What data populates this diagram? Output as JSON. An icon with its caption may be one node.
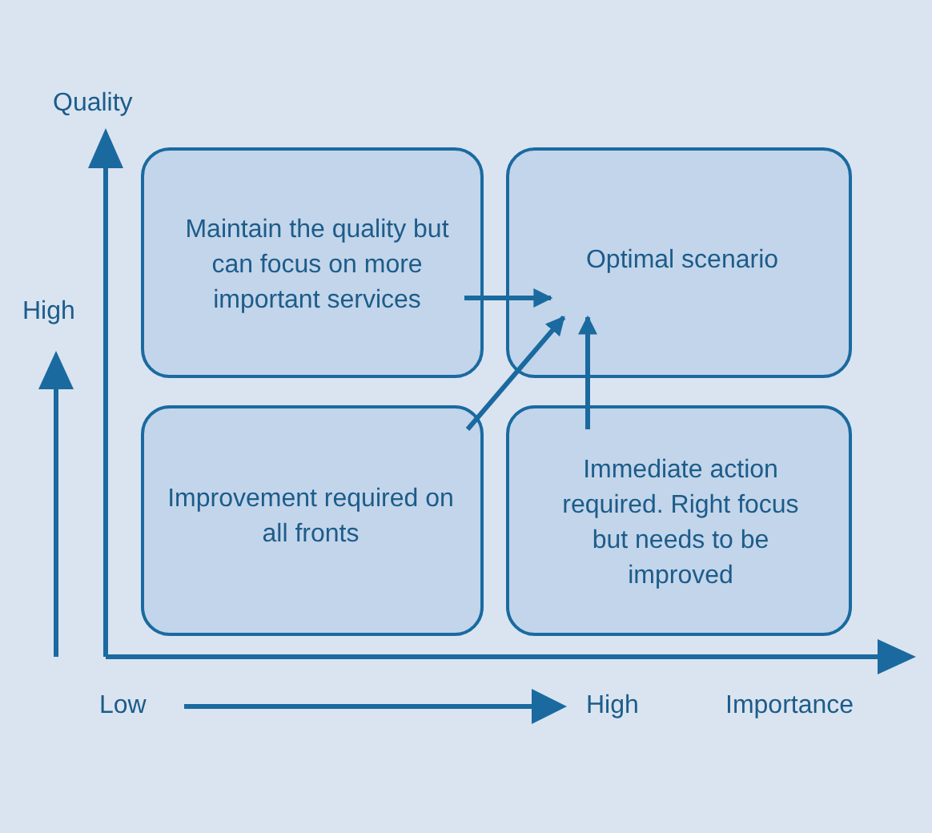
{
  "diagram": {
    "nodes": [
      {
        "text": [
          "Maintain the quality but can focus on more important services"
        ]
      },
      {
        "text": [
          "Optimal scenario"
        ]
      },
      {
        "text": [
          "Improvement required on all fronts"
        ]
      },
      {
        "text": [
          "Immediate action required. Right focus but needs to be improved"
        ]
      }
    ],
    "edges": [
      {
        "from": 0,
        "to": 1,
        "arrow": "to"
      },
      {
        "from": 2,
        "to": 1,
        "arrow": "to"
      },
      {
        "from": 3,
        "to": 1,
        "arrow": "to"
      }
    ],
    "labels": [
      "Quality",
      "High",
      "Low",
      "High",
      "Importance"
    ]
  }
}
